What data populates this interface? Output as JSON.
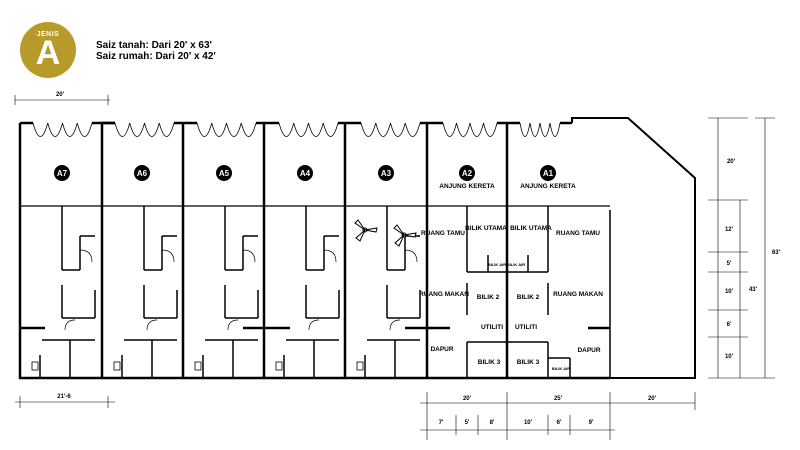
{
  "header": {
    "badge_label": "JENIS",
    "badge_letter": "A",
    "badge_color": "#b89a2a",
    "land_size": "Saiz tanah: Dari 20' x 63'",
    "house_size": "Saiz rumah: Dari 20' x 42'"
  },
  "units": [
    "A7",
    "A6",
    "A5",
    "A4",
    "A3",
    "A2",
    "A1"
  ],
  "room_labels": {
    "anjung_kereta": "ANJUNG KERETA",
    "ruang_tamu": "RUANG TAMU",
    "bilik_utama": "BILIK UTAMA",
    "bilik_air": "BILIK AIR",
    "ruang_makan": "RUANG MAKAN",
    "bilik_2": "BILIK 2",
    "utiliti": "UTILITI",
    "dapur": "DAPUR",
    "bilik_3": "BILIK 3"
  },
  "dimensions": {
    "top_width": "20'",
    "bottom_width": "21'-6",
    "row1": [
      "20'",
      "25'",
      "20'"
    ],
    "row2": [
      "7'",
      "5'",
      "8'",
      "10'",
      "6'",
      "9'"
    ],
    "right_segments": [
      "20'",
      "12'",
      "5'",
      "10'",
      "6'",
      "10'"
    ],
    "house_depth": "43'",
    "land_depth": "63'"
  }
}
